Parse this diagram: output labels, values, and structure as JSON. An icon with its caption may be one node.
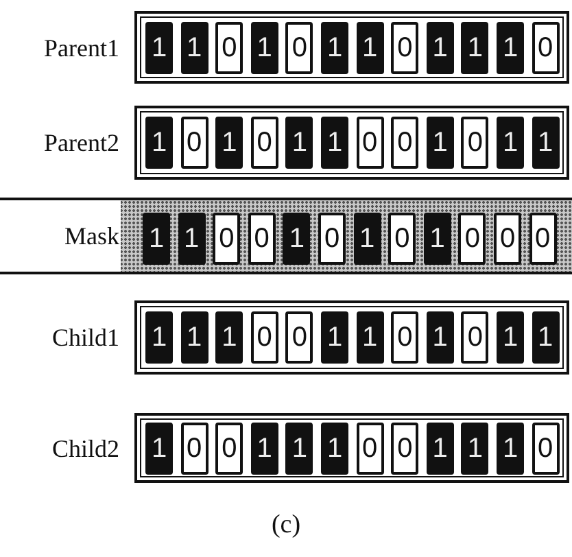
{
  "diagram": {
    "caption": "(c)",
    "nodes": [
      {
        "text": [
          "Parent1"
        ]
      },
      {
        "text": [
          "1"
        ],
        "in": 0
      },
      {
        "text": [
          "1"
        ],
        "in": 0
      },
      {
        "text": [
          "0"
        ],
        "in": 0
      },
      {
        "text": [
          "1"
        ],
        "in": 0
      },
      {
        "text": [
          "0"
        ],
        "in": 0
      },
      {
        "text": [
          "1"
        ],
        "in": 0
      },
      {
        "text": [
          "1"
        ],
        "in": 0
      },
      {
        "text": [
          "0"
        ],
        "in": 0
      },
      {
        "text": [
          "1"
        ],
        "in": 0
      },
      {
        "text": [
          "1"
        ],
        "in": 0
      },
      {
        "text": [
          "1"
        ],
        "in": 0
      },
      {
        "text": [
          "0"
        ],
        "in": 0
      },
      {
        "text": [
          "Parent2"
        ]
      },
      {
        "text": [
          "1"
        ],
        "in": 13
      },
      {
        "text": [
          "0"
        ],
        "in": 13
      },
      {
        "text": [
          "1"
        ],
        "in": 13
      },
      {
        "text": [
          "0"
        ],
        "in": 13
      },
      {
        "text": [
          "1"
        ],
        "in": 13
      },
      {
        "text": [
          "1"
        ],
        "in": 13
      },
      {
        "text": [
          "0"
        ],
        "in": 13
      },
      {
        "text": [
          "0"
        ],
        "in": 13
      },
      {
        "text": [
          "1"
        ],
        "in": 13
      },
      {
        "text": [
          "0"
        ],
        "in": 13
      },
      {
        "text": [
          "1"
        ],
        "in": 13
      },
      {
        "text": [
          "1"
        ],
        "in": 13
      },
      {
        "text": [
          "Mask"
        ]
      },
      {
        "text": [
          "1"
        ],
        "in": 26
      },
      {
        "text": [
          "1"
        ],
        "in": 26
      },
      {
        "text": [
          "0"
        ],
        "in": 26
      },
      {
        "text": [
          "0"
        ],
        "in": 26
      },
      {
        "text": [
          "1"
        ],
        "in": 26
      },
      {
        "text": [
          "0"
        ],
        "in": 26
      },
      {
        "text": [
          "1"
        ],
        "in": 26
      },
      {
        "text": [
          "0"
        ],
        "in": 26
      },
      {
        "text": [
          "1"
        ],
        "in": 26
      },
      {
        "text": [
          "0"
        ],
        "in": 26
      },
      {
        "text": [
          "0"
        ],
        "in": 26
      },
      {
        "text": [
          "0"
        ],
        "in": 26
      },
      {
        "text": [
          "Child1"
        ]
      },
      {
        "text": [
          "1"
        ],
        "in": 39
      },
      {
        "text": [
          "1"
        ],
        "in": 39
      },
      {
        "text": [
          "1"
        ],
        "in": 39
      },
      {
        "text": [
          "0"
        ],
        "in": 39
      },
      {
        "text": [
          "0"
        ],
        "in": 39
      },
      {
        "text": [
          "1"
        ],
        "in": 39
      },
      {
        "text": [
          "1"
        ],
        "in": 39
      },
      {
        "text": [
          "0"
        ],
        "in": 39
      },
      {
        "text": [
          "1"
        ],
        "in": 39
      },
      {
        "text": [
          "0"
        ],
        "in": 39
      },
      {
        "text": [
          "1"
        ],
        "in": 39
      },
      {
        "text": [
          "1"
        ],
        "in": 39
      },
      {
        "text": [
          "Child2"
        ]
      },
      {
        "text": [
          "1"
        ],
        "in": 52
      },
      {
        "text": [
          "0"
        ],
        "in": 52
      },
      {
        "text": [
          "0"
        ],
        "in": 52
      },
      {
        "text": [
          "1"
        ],
        "in": 52
      },
      {
        "text": [
          "1"
        ],
        "in": 52
      },
      {
        "text": [
          "1"
        ],
        "in": 52
      },
      {
        "text": [
          "0"
        ],
        "in": 52
      },
      {
        "text": [
          "0"
        ],
        "in": 52
      },
      {
        "text": [
          "1"
        ],
        "in": 52
      },
      {
        "text": [
          "1"
        ],
        "in": 52
      },
      {
        "text": [
          "1"
        ],
        "in": 52
      },
      {
        "text": [
          "0"
        ],
        "in": 52
      }
    ]
  }
}
